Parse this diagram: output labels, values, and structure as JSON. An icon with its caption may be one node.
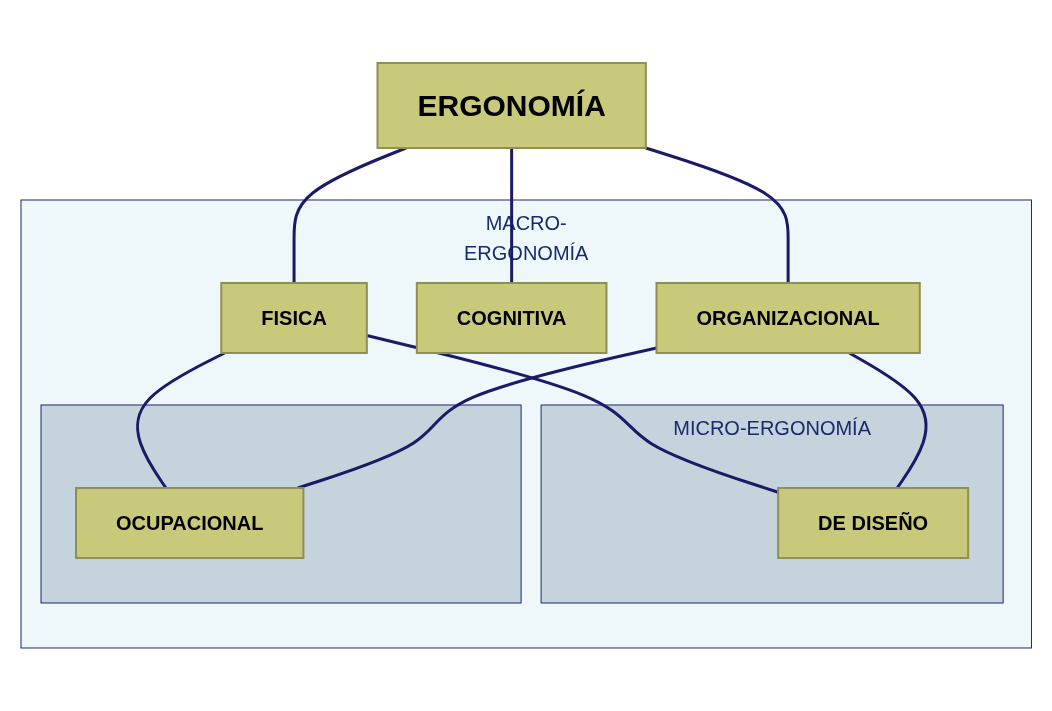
{
  "diagram": {
    "nodes": [
      {
        "text": [
          "ERGONOMÍA"
        ]
      },
      {
        "text": [
          "MACRO-ERGONOMÍA"
        ]
      },
      {
        "text": [
          "FISICA"
        ],
        "in": 1
      },
      {
        "text": [
          "COGNITIVA"
        ],
        "in": 1
      },
      {
        "text": [
          "ORGANIZACIONAL"
        ],
        "in": 1
      },
      {
        "text": [
          "MICRO-ERGONOMÍA"
        ],
        "in": 1
      },
      {
        "text": [
          "DE DISEÑO"
        ],
        "in": 5
      },
      {
        "text": [],
        "shape": "box",
        "in": 1
      },
      {
        "text": [
          "OCUPACIONAL"
        ],
        "in": 7
      }
    ],
    "edges": [
      {
        "from": 0,
        "to": 2,
        "arrow": "none"
      },
      {
        "from": 0,
        "to": 3,
        "arrow": "none"
      },
      {
        "from": 0,
        "to": 4,
        "arrow": "none"
      },
      {
        "from": 2,
        "to": 6,
        "arrow": "none"
      },
      {
        "from": 2,
        "to": 8,
        "arrow": "none"
      },
      {
        "from": 4,
        "to": 6,
        "arrow": "none"
      },
      {
        "from": 4,
        "to": 8,
        "arrow": "none"
      }
    ]
  }
}
